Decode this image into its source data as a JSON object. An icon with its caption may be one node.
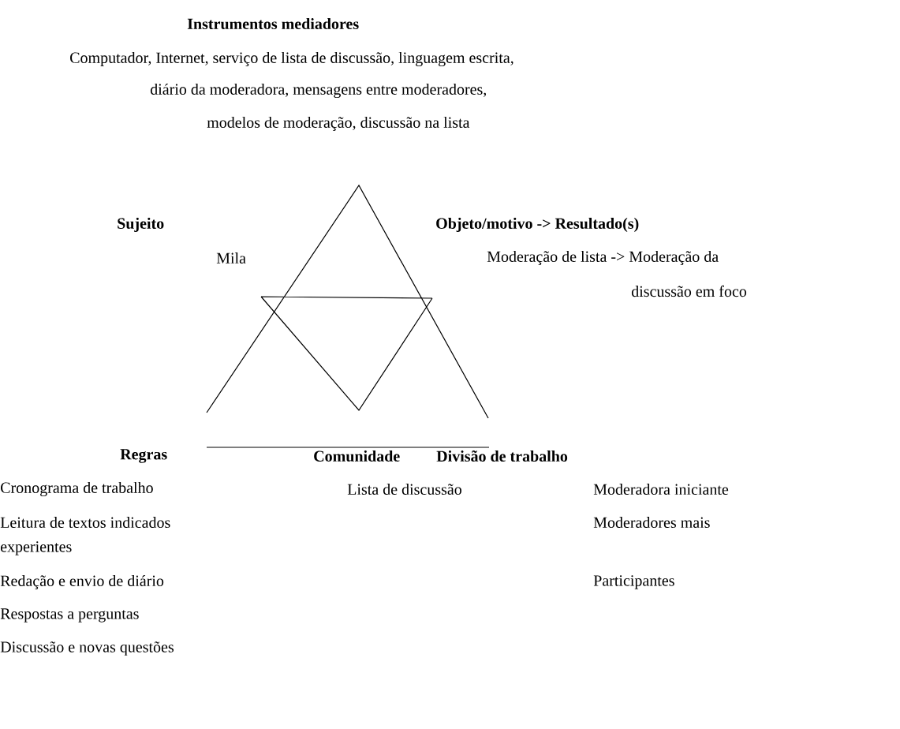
{
  "diagram": {
    "labels": [
      "Instrumentos mediadores",
      "Computador, Internet, serviço de lista de discussão, linguagem escrita,",
      "diário da moderadora, mensagens entre moderadores,",
      "modelos de moderação, discussão na lista",
      "Sujeito",
      "Objeto/motivo   ->   Resultado(s)",
      "Mila",
      "Moderação de lista ->  Moderação da",
      "discussão em foco",
      "Regras",
      "Comunidade",
      "Divisão de trabalho",
      "Cronograma de trabalho",
      "Lista de discussão",
      "Moderadora iniciante",
      "Leitura de textos indicados",
      "Moderadores mais",
      "experientes",
      "Redação e envio de diário",
      "Participantes",
      "Respostas a perguntas",
      "Discussão e novas questões"
    ]
  }
}
